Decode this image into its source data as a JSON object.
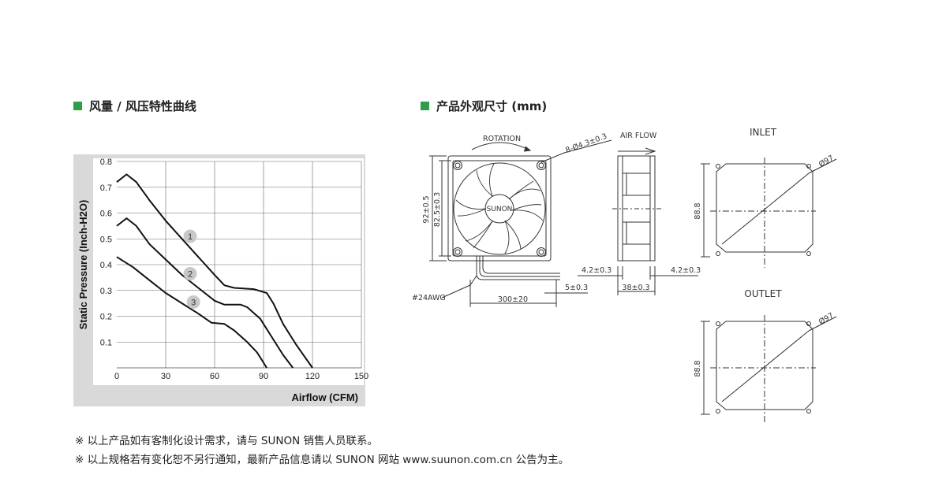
{
  "colors": {
    "accent": "#2e9e4a",
    "panel": "#d9d9d9",
    "badge": "#c8c8c8"
  },
  "sections": {
    "curve_title": "风量 / 风压特性曲线",
    "dimension_title": "产品外观尺寸 (mm)"
  },
  "chart_data": {
    "type": "line",
    "title": "",
    "xlabel": "Airflow (CFM)",
    "ylabel": "Static Pressure (Inch-H2O)",
    "xlim": [
      0,
      150
    ],
    "ylim": [
      0,
      0.8
    ],
    "xticks": [
      "0",
      "30",
      "60",
      "90",
      "120",
      "150"
    ],
    "yticks": [
      "0.1",
      "0.2",
      "0.3",
      "0.4",
      "0.5",
      "0.6",
      "0.7",
      "0.8"
    ],
    "grid": true,
    "series": [
      {
        "name": "1",
        "points": [
          [
            0,
            0.72
          ],
          [
            6,
            0.75
          ],
          [
            12,
            0.72
          ],
          [
            20,
            0.65
          ],
          [
            30,
            0.57
          ],
          [
            40,
            0.5
          ],
          [
            50,
            0.43
          ],
          [
            60,
            0.36
          ],
          [
            66,
            0.32
          ],
          [
            72,
            0.31
          ],
          [
            84,
            0.305
          ],
          [
            92,
            0.29
          ],
          [
            96,
            0.25
          ],
          [
            102,
            0.17
          ],
          [
            110,
            0.09
          ],
          [
            120,
            0.0
          ]
        ]
      },
      {
        "name": "2",
        "points": [
          [
            0,
            0.55
          ],
          [
            6,
            0.58
          ],
          [
            12,
            0.55
          ],
          [
            20,
            0.48
          ],
          [
            30,
            0.42
          ],
          [
            40,
            0.36
          ],
          [
            50,
            0.31
          ],
          [
            60,
            0.26
          ],
          [
            66,
            0.245
          ],
          [
            76,
            0.245
          ],
          [
            80,
            0.235
          ],
          [
            88,
            0.19
          ],
          [
            96,
            0.11
          ],
          [
            102,
            0.05
          ],
          [
            108,
            0.0
          ]
        ]
      },
      {
        "name": "3",
        "points": [
          [
            0,
            0.43
          ],
          [
            10,
            0.39
          ],
          [
            20,
            0.34
          ],
          [
            30,
            0.29
          ],
          [
            40,
            0.25
          ],
          [
            50,
            0.21
          ],
          [
            58,
            0.175
          ],
          [
            66,
            0.17
          ],
          [
            72,
            0.145
          ],
          [
            80,
            0.1
          ],
          [
            86,
            0.06
          ],
          [
            92,
            0.0
          ]
        ]
      }
    ],
    "curve_labels": [
      {
        "text": "1",
        "x": 45,
        "y": 0.51
      },
      {
        "text": "2",
        "x": 45,
        "y": 0.365
      },
      {
        "text": "3",
        "x": 47,
        "y": 0.255
      }
    ]
  },
  "drawing": {
    "rotation": "ROTATION",
    "air_flow": "AIR FLOW",
    "holes": "8-Ø4.3±0.3",
    "dim_92": "92±0.5",
    "dim_825": "82.5±0.3",
    "brand": "SUNON",
    "wire": "#24AWG",
    "lead": "300±20",
    "strip": "5±0.3",
    "flange_left": "4.2±0.3",
    "flange_right": "4.2±0.3",
    "thickness": "38±0.3",
    "inlet": "INLET",
    "outlet": "OUTLET",
    "inlet_dia": "Ø97",
    "outlet_dia": "Ø97",
    "inlet_h": "88.8",
    "outlet_h": "88.8"
  },
  "notes": [
    "※ 以上产品如有客制化设计需求，请与 SUNON 销售人员联系。",
    "※ 以上规格若有变化恕不另行通知，最新产品信息请以 SUNON 网站 www.suunon.com.cn 公告为主。"
  ]
}
